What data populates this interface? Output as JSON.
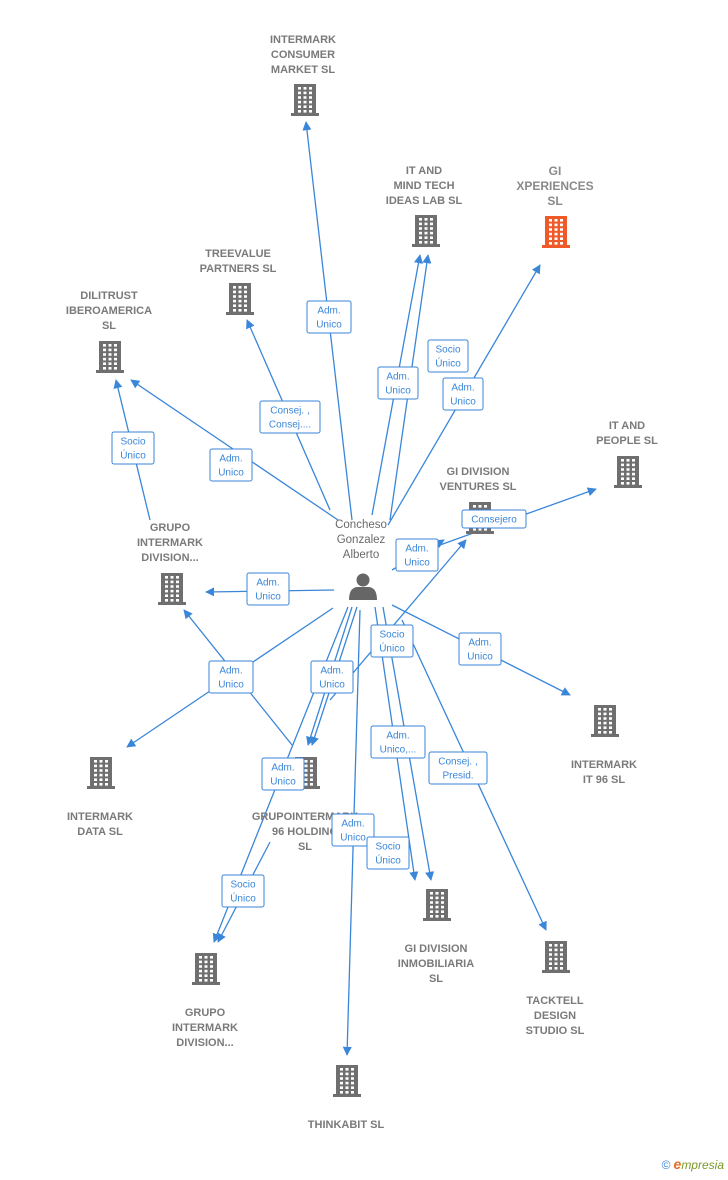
{
  "center": {
    "name_lines": [
      "Concheso",
      "Gonzalez",
      "Alberto"
    ]
  },
  "nodes": [
    {
      "id": "intermark_consumer",
      "lines": [
        "INTERMARK",
        "CONSUMER",
        "MARKET  SL"
      ],
      "highlight": false
    },
    {
      "id": "it_mind_tech",
      "lines": [
        "IT AND",
        "MIND TECH",
        "IDEAS LAB  SL"
      ],
      "highlight": false
    },
    {
      "id": "gi_xperiences",
      "lines": [
        "GI",
        "XPERIENCES",
        "SL"
      ],
      "highlight": true
    },
    {
      "id": "treevalue",
      "lines": [
        "TREEVALUE",
        "PARTNERS  SL"
      ],
      "highlight": false
    },
    {
      "id": "dilitrust",
      "lines": [
        "DILITRUST",
        "IBEROAMERICA",
        "SL"
      ],
      "highlight": false
    },
    {
      "id": "it_people",
      "lines": [
        "IT AND",
        "PEOPLE SL"
      ],
      "highlight": false
    },
    {
      "id": "gi_division_ventures",
      "lines": [
        "GI DIVISION",
        "VENTURES  SL"
      ],
      "highlight": false
    },
    {
      "id": "grupo_intermark_div_1",
      "lines": [
        "GRUPO",
        "INTERMARK",
        "DIVISION..."
      ],
      "highlight": false
    },
    {
      "id": "intermark_it96",
      "lines": [
        "INTERMARK",
        "IT 96  SL"
      ],
      "highlight": false
    },
    {
      "id": "intermark_data",
      "lines": [
        "INTERMARK",
        "DATA  SL"
      ],
      "highlight": false
    },
    {
      "id": "grupointermark_96",
      "lines": [
        "GRUPOINTERMARK",
        "96 HOLDING",
        "SL"
      ],
      "highlight": false
    },
    {
      "id": "gi_division_inmob",
      "lines": [
        "GI DIVISION",
        "INMOBILIARIA",
        "SL"
      ],
      "highlight": false
    },
    {
      "id": "tacktell",
      "lines": [
        "TACKTELL",
        "DESIGN",
        "STUDIO  SL"
      ],
      "highlight": false
    },
    {
      "id": "grupo_intermark_div_2",
      "lines": [
        "GRUPO",
        "INTERMARK",
        "DIVISION..."
      ],
      "highlight": false
    },
    {
      "id": "thinkabit",
      "lines": [
        "THINKABIT  SL"
      ],
      "highlight": false
    }
  ],
  "edge_labels": [
    [
      "Adm.",
      "Unico"
    ],
    [
      "Adm.",
      "Unico"
    ],
    [
      "Socio",
      "Único"
    ],
    [
      "Adm.",
      "Unico"
    ],
    [
      "Consej. ,",
      "Consej...."
    ],
    [
      "Adm.",
      "Unico"
    ],
    [
      "Socio",
      "Único"
    ],
    [
      "Consejero"
    ],
    [
      "Adm.",
      "Unico"
    ],
    [
      "Adm.",
      "Unico"
    ],
    [
      "Socio",
      "Único"
    ],
    [
      "Adm.",
      "Unico"
    ],
    [
      "Adm.",
      "Unico"
    ],
    [
      "Adm.",
      "Unico"
    ],
    [
      "Adm.",
      "Unico,..."
    ],
    [
      "Consej. ,",
      "Presid."
    ],
    [
      "Adm.",
      "Unico"
    ],
    [
      "Adm.",
      "Unico"
    ],
    [
      "Socio",
      "Único"
    ],
    [
      "Socio",
      "Único"
    ]
  ],
  "footer": {
    "copyright": "©",
    "brand_initial": "e",
    "brand_rest": "mpresia"
  },
  "colors": {
    "edge": "#3a86d9",
    "building": "#6f6f6f",
    "highlight": "#f05a28",
    "label": "#7a7a7a"
  }
}
